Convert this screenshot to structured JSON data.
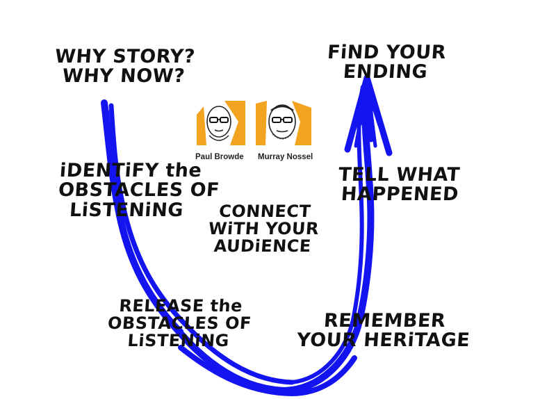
{
  "labels": {
    "why_story": [
      "WHY STORY?",
      "WHY NOW?"
    ],
    "find_ending": [
      "FiND YOUR",
      "ENDING"
    ],
    "identify": [
      "iDENTiFY the",
      "OBSTACLES OF",
      "LiSTENiNG"
    ],
    "tell": [
      "TELL WHAT",
      "HAPPENED"
    ],
    "connect": [
      "CONNECT",
      "WiTH YOUR",
      "AUDiENCE"
    ],
    "release": [
      "RELEASE the",
      "OBSTACLES OF",
      "LiSTENiNG"
    ],
    "remember": [
      "REMEMBER",
      "YOUR HERiTAGE"
    ]
  },
  "presenters": [
    {
      "name": "Paul Browde"
    },
    {
      "name": "Murray Nossel"
    }
  ],
  "colors": {
    "arc": "#1414f0",
    "text": "#111111",
    "portrait_accent": "#f2a320"
  },
  "icons": {
    "presenter_1": "portrait-illustration",
    "presenter_2": "portrait-illustration"
  }
}
